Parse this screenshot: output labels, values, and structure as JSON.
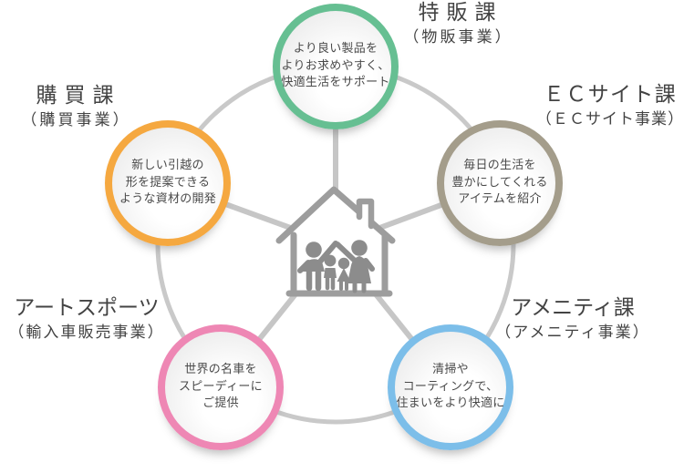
{
  "diagram": {
    "title": "",
    "connector_color": "#c9c9c9",
    "house_outline_color": "#9d9d9d",
    "family_color": "#8c8c8c",
    "center_icon": "house-with-family",
    "nodes": [
      {
        "id": "tokuhan",
        "label": "特販課",
        "sublabel": "（物販事業）",
        "lines": [
          "より良い製品を",
          "よりお求めやすく、",
          "快適生活をサポート"
        ],
        "color": "#66bf92",
        "position": "top"
      },
      {
        "id": "ec-site",
        "label": "ＥＣサイト課",
        "sublabel": "（ＥＣサイト事業）",
        "lines": [
          "毎日の生活を",
          "豊かにしてくれる",
          "アイテムを紹介"
        ],
        "color": "#a49d8b",
        "position": "upper-right"
      },
      {
        "id": "amenity",
        "label": "アメニティ課",
        "sublabel": "（アメニティ事業）",
        "lines": [
          "清掃や",
          "コーティングで、",
          "住まいをより快適に"
        ],
        "color": "#7cbee9",
        "position": "lower-right"
      },
      {
        "id": "art-sports",
        "label": "アートスポーツ",
        "sublabel": "（輸入車販売事業）",
        "lines": [
          "世界の名車を",
          "スピーディーに",
          "ご提供"
        ],
        "color": "#ee87b4",
        "position": "lower-left"
      },
      {
        "id": "kobai",
        "label": "購買課",
        "sublabel": "（購買事業）",
        "lines": [
          "新しい引越の",
          "形を提案できる",
          "ような資材の開発"
        ],
        "color": "#f5a840",
        "position": "upper-left"
      }
    ]
  }
}
